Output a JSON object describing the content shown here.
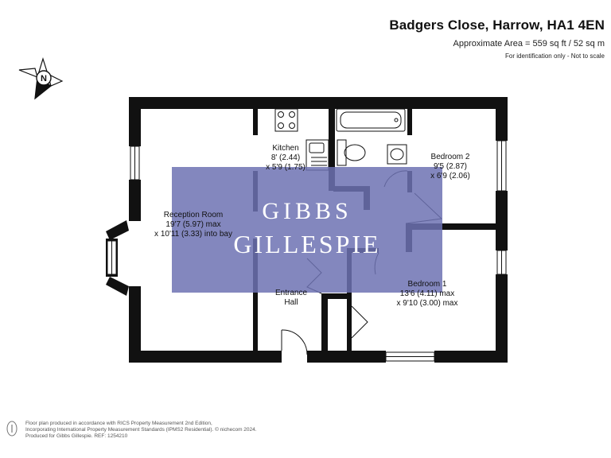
{
  "header": {
    "title": "Badgers Close, Harrow, HA1 4EN",
    "area": "Approximate Area = 559 sq ft / 52 sq m",
    "note": "For identification only - Not to scale"
  },
  "compass": {
    "letter": "N"
  },
  "watermark": {
    "line1": "Gibbs",
    "line2": "Gillespie",
    "color": "#6d72b3"
  },
  "rooms": {
    "reception": {
      "name": "Reception Room",
      "dim1": "19'7 (5.97) max",
      "dim2": "x 10'11 (3.33) into bay"
    },
    "kitchen": {
      "name": "Kitchen",
      "dim1": "8' (2.44)",
      "dim2": "x 5'9 (1.75)"
    },
    "bedroom2": {
      "name": "Bedroom 2",
      "dim1": "9'5 (2.87)",
      "dim2": "x 6'9 (2.06)"
    },
    "bedroom1": {
      "name": "Bedroom 1",
      "dim1": "13'6 (4.11) max",
      "dim2": "x 9'10 (3.00) max"
    },
    "hall": {
      "name1": "Entrance",
      "name2": "Hall"
    }
  },
  "footer": {
    "line1": "Floor plan produced in accordance with RICS Property Measurement 2nd Edition,",
    "line2": "Incorporating International Property Measurement Standards (IPMS2 Residential).  © nichecom 2024.",
    "line3": "Produced for Gibbs Gillespie.   REF:  1254210"
  }
}
